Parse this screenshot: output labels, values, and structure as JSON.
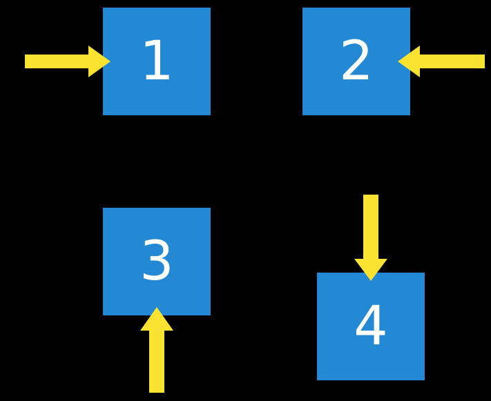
{
  "diagram": {
    "boxes": [
      {
        "label": "1"
      },
      {
        "label": "2"
      },
      {
        "label": "3"
      },
      {
        "label": "4"
      }
    ],
    "arrows": [
      {
        "target": "1",
        "direction": "right"
      },
      {
        "target": "2",
        "direction": "left"
      },
      {
        "target": "3",
        "direction": "up"
      },
      {
        "target": "4",
        "direction": "down"
      }
    ]
  },
  "colors": {
    "background": "#000000",
    "box": "#2489D4",
    "box_text": "#FFFFFF",
    "arrow": "#F9E230"
  }
}
